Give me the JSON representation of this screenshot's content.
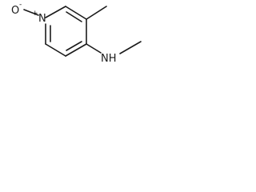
{
  "structure": {
    "atoms": {
      "oxide_o": "O",
      "oxide_charge": "-",
      "ring_n": "N",
      "ring_n_charge": "+",
      "amine": "NH"
    }
  },
  "colors": {
    "bond": "#1a1a1a",
    "background": "#ffffff"
  }
}
